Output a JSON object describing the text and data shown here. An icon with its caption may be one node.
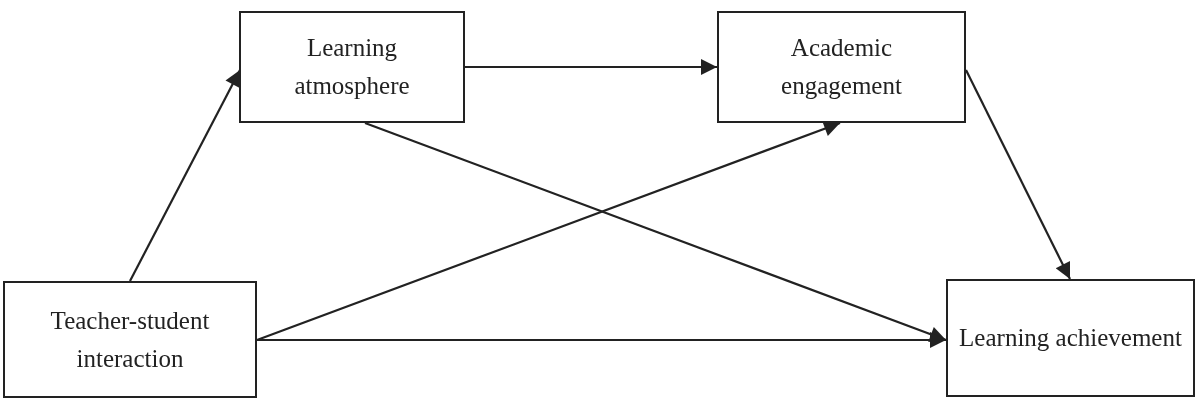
{
  "diagram": {
    "nodes": [
      {
        "text": [
          "Learning atmosphere"
        ]
      },
      {
        "text": [
          "Academic engagement"
        ]
      },
      {
        "text": [
          "Teacher-student interaction"
        ]
      },
      {
        "text": [
          "Learning achievement"
        ]
      }
    ],
    "edges": [
      {
        "from": 2,
        "to": 0,
        "arrow": "to"
      },
      {
        "from": 0,
        "to": 1,
        "arrow": "to"
      },
      {
        "from": 0,
        "to": 3,
        "arrow": "to"
      },
      {
        "from": 2,
        "to": 1,
        "arrow": "to"
      },
      {
        "from": 2,
        "to": 3,
        "arrow": "to"
      },
      {
        "from": 1,
        "to": 3,
        "arrow": "to"
      }
    ]
  }
}
